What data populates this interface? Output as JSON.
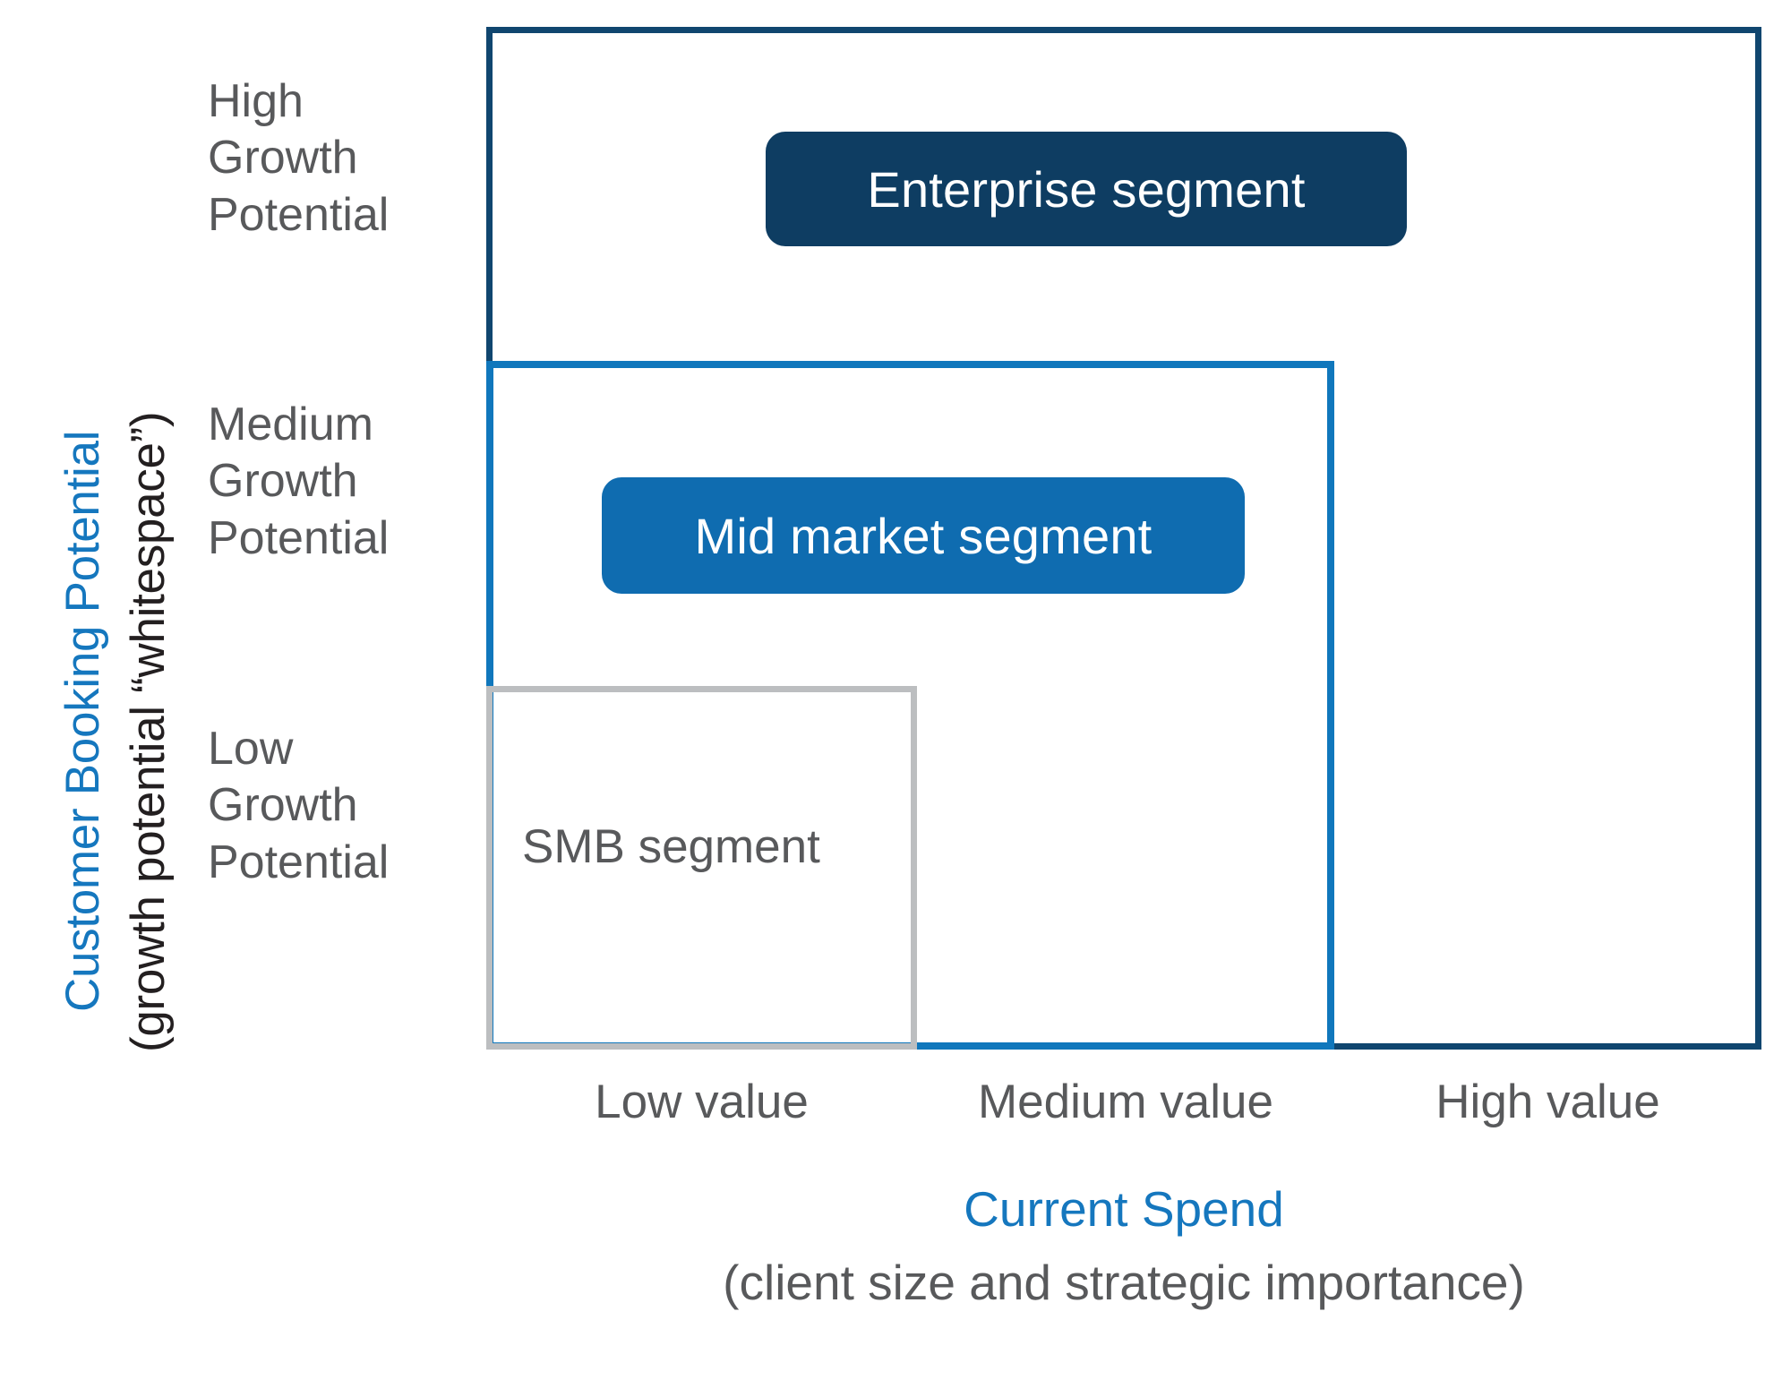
{
  "chart_data": {
    "type": "diagram",
    "subtype": "nested-quadrant-matrix",
    "title": "",
    "xlabel": "Current Spend",
    "ylabel": "Customer Booking Potential",
    "x_categories": [
      "Low value",
      "Medium value",
      "High value"
    ],
    "y_categories": [
      "Low Growth Potential",
      "Medium Growth Potential",
      "High Growth Potential"
    ],
    "grid": false,
    "legend": "none",
    "series": [
      {
        "name": "SMB segment",
        "x_span": [
          "Low value"
        ],
        "y_span": [
          "Low Growth Potential"
        ],
        "color": "#BCBEC0",
        "style": "outline"
      },
      {
        "name": "Mid market segment",
        "x_span": [
          "Low value",
          "Medium value"
        ],
        "y_span": [
          "Low Growth Potential",
          "Medium Growth Potential"
        ],
        "color": "#1077BC",
        "style": "outline"
      },
      {
        "name": "Enterprise segment",
        "x_span": [
          "Low value",
          "Medium value",
          "High value"
        ],
        "y_span": [
          "Low Growth Potential",
          "Medium Growth Potential",
          "High Growth Potential"
        ],
        "color": "#10466F",
        "style": "outline"
      }
    ]
  },
  "colors": {
    "navy": "#10466F",
    "navy_fill": "#0E3D62",
    "blue": "#1077BC",
    "blue_fill": "#0F6CB0",
    "accent_blue_text": "#1577BE",
    "gray": "#BCBEC0",
    "gray_text": "#58595B",
    "black_text": "#231F20",
    "white": "#FFFFFF"
  },
  "y_axis": {
    "title_line_1": "Customer Booking Potential",
    "title_line_2": "(growth potential “whitespace”)",
    "tiers": [
      {
        "key": "high",
        "label": "High\nGrowth\nPotential"
      },
      {
        "key": "medium",
        "label": "Medium\nGrowth\nPotential"
      },
      {
        "key": "low",
        "label": "Low\nGrowth\nPotential"
      }
    ]
  },
  "x_axis": {
    "title_line_1": "Current Spend",
    "title_line_2": "(client size and strategic importance)",
    "ticks": [
      {
        "key": "low",
        "label": "Low value"
      },
      {
        "key": "medium",
        "label": "Medium value"
      },
      {
        "key": "high",
        "label": "High value"
      }
    ]
  },
  "segments": {
    "enterprise": {
      "label": "Enterprise segment"
    },
    "mid_market": {
      "label": "Mid market segment"
    },
    "smb": {
      "label": "SMB segment"
    }
  }
}
